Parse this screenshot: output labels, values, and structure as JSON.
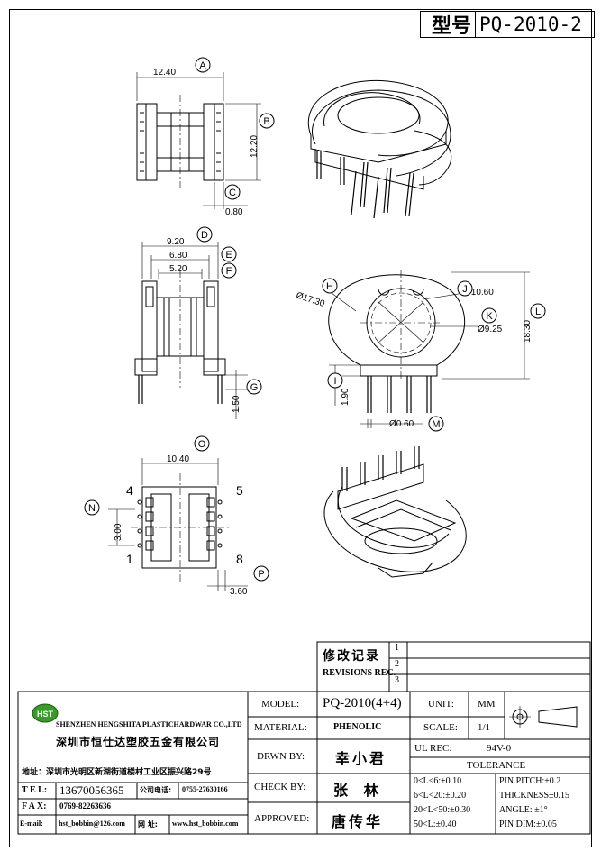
{
  "title_block": {
    "model_label": "型号",
    "model_value": "PQ-2010-2"
  },
  "dimensions": {
    "A": "12.40",
    "B": "12.20",
    "C": "0.80",
    "D": "9.20",
    "E": "6.80",
    "F": "5.20",
    "G": "1.50",
    "H": "Ø17.30",
    "J": "Ø10.60",
    "K": "Ø9.25",
    "L": "18.30",
    "I": "1.90",
    "M": "Ø0.60",
    "O": "10.40",
    "N": "3.00",
    "P": "3.60"
  },
  "markers": [
    "A",
    "B",
    "C",
    "D",
    "E",
    "F",
    "G",
    "H",
    "J",
    "K",
    "L",
    "I",
    "M",
    "O",
    "N",
    "P"
  ],
  "pins": {
    "p4": "4",
    "p5": "5",
    "p1": "1",
    "p8": "8"
  },
  "revisions": {
    "title_cn": "修改记录",
    "title_en": "REVISIONS REC.",
    "marks": [
      "1",
      "2",
      "3"
    ]
  },
  "company": {
    "logo": "HST",
    "name_en": "SHENZHEN HENGSHITA PLASTICHARDWAR CO.,LTD",
    "name_cn": "深圳市恒仕达塑胶五金有限公司",
    "address": "地址：深圳市光明区新湖街道楼村工业区振兴路29号",
    "tel_label": "T E L:",
    "tel": "13670056365",
    "company_tel_label": "公司电话:",
    "company_tel": "0755-27630166",
    "fax_label": "F A X:",
    "fax": "0769-82263636",
    "email_label": "E-mail:",
    "email": "hst_bobbin@126.com",
    "web_label": "网 址:",
    "web": "www.hst_bobbin.com"
  },
  "spec": {
    "model_label": "MODEL:",
    "model": "PQ-2010(4+4)",
    "material_label": "MATERIAL:",
    "material": "PHENOLIC",
    "drawn_label": "DRWN BY:",
    "drawn": "幸小君",
    "check_label": "CHECK BY:",
    "check": "张 林",
    "approved_label": "APPROVED:",
    "approved": "唐传华",
    "unit_label": "UNIT:",
    "unit": "MM",
    "scale_label": "SCALE:",
    "scale": "1/1",
    "ul_label": "UL REC:",
    "ul": "94V-0",
    "tolerance_label": "TOLERANCE",
    "tol": [
      "0<L<6:±0.10",
      "6<L<20:±0.20",
      "20<L<50:±0.30",
      "50<L:±0.40"
    ],
    "pin_pitch": "PIN PITCH:±0.2",
    "thickness": "THICKNESS±0.15",
    "angle": "ANGLE: ±1°",
    "pin_dim": "PIN DIM:±0.05"
  }
}
